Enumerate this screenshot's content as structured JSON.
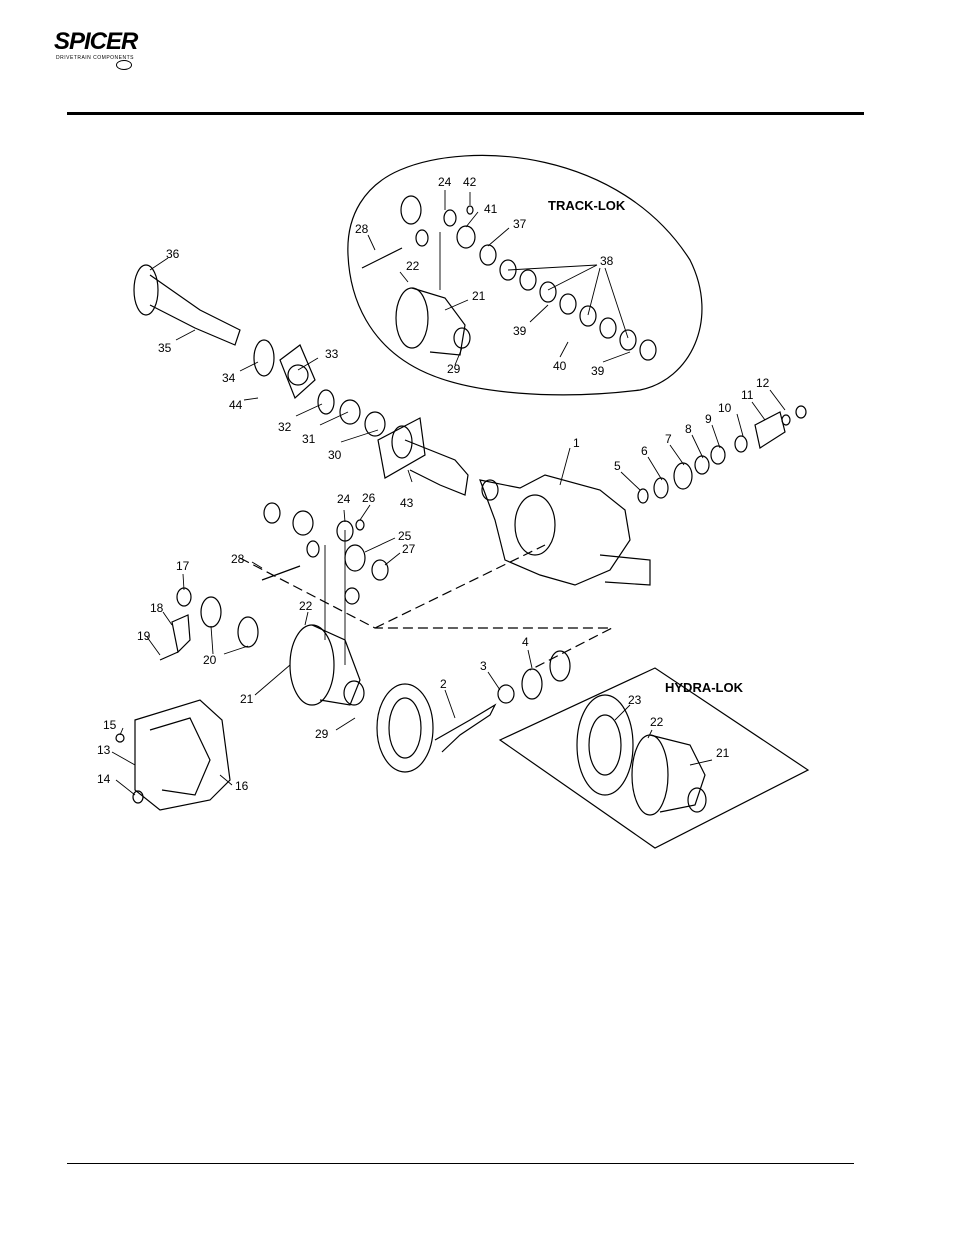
{
  "header": {
    "brand": "SPICER",
    "brand_sub": "DRIVETRAIN COMPONENTS"
  },
  "diagram": {
    "inset_labels": {
      "track_lok": "TRACK-LOK",
      "hydra_lok": "HYDRA-LOK"
    },
    "callouts": {
      "c1": "1",
      "c2": "2",
      "c3": "3",
      "c4": "4",
      "c5": "5",
      "c6": "6",
      "c7": "7",
      "c8": "8",
      "c9": "9",
      "c10": "10",
      "c11": "11",
      "c12": "12",
      "c13": "13",
      "c14": "14",
      "c15": "15",
      "c16": "16",
      "c17": "17",
      "c18": "18",
      "c19": "19",
      "c20": "20",
      "c21": "21",
      "c22": "22",
      "c23": "23",
      "c24": "24",
      "c25": "25",
      "c26": "26",
      "c27": "27",
      "c28": "28",
      "c29": "29",
      "c30": "30",
      "c31": "31",
      "c32": "32",
      "c33": "33",
      "c34": "34",
      "c35": "35",
      "c36": "36",
      "c37": "37",
      "c38": "38",
      "c39": "39",
      "c40": "40",
      "c41": "41",
      "c42": "42",
      "c43": "43",
      "c44": "44"
    }
  }
}
